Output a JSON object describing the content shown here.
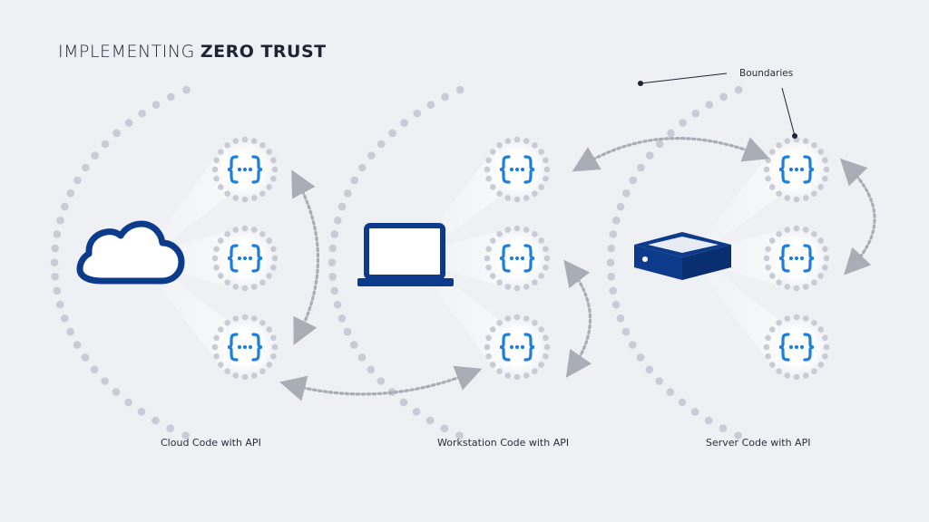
{
  "title": {
    "light": "IMPLEMENTING",
    "bold": "ZERO TRUST"
  },
  "annotation": {
    "label": "Boundaries"
  },
  "zones": [
    {
      "name": "cloud",
      "caption": "Cloud Code with API",
      "device_icon": "cloud-icon"
    },
    {
      "name": "workstation",
      "caption": "Workstation Code with API",
      "device_icon": "laptop-icon"
    },
    {
      "name": "server",
      "caption": "Server Code with API",
      "device_icon": "server-icon"
    }
  ],
  "api_node_icon": "api-braces-icon",
  "colors": {
    "background": "#eef0f4",
    "device": "#0d3b8c",
    "api_braces": "#1a7fe0",
    "dots": "#c9ccd6",
    "arrows": "#a9adb6"
  }
}
